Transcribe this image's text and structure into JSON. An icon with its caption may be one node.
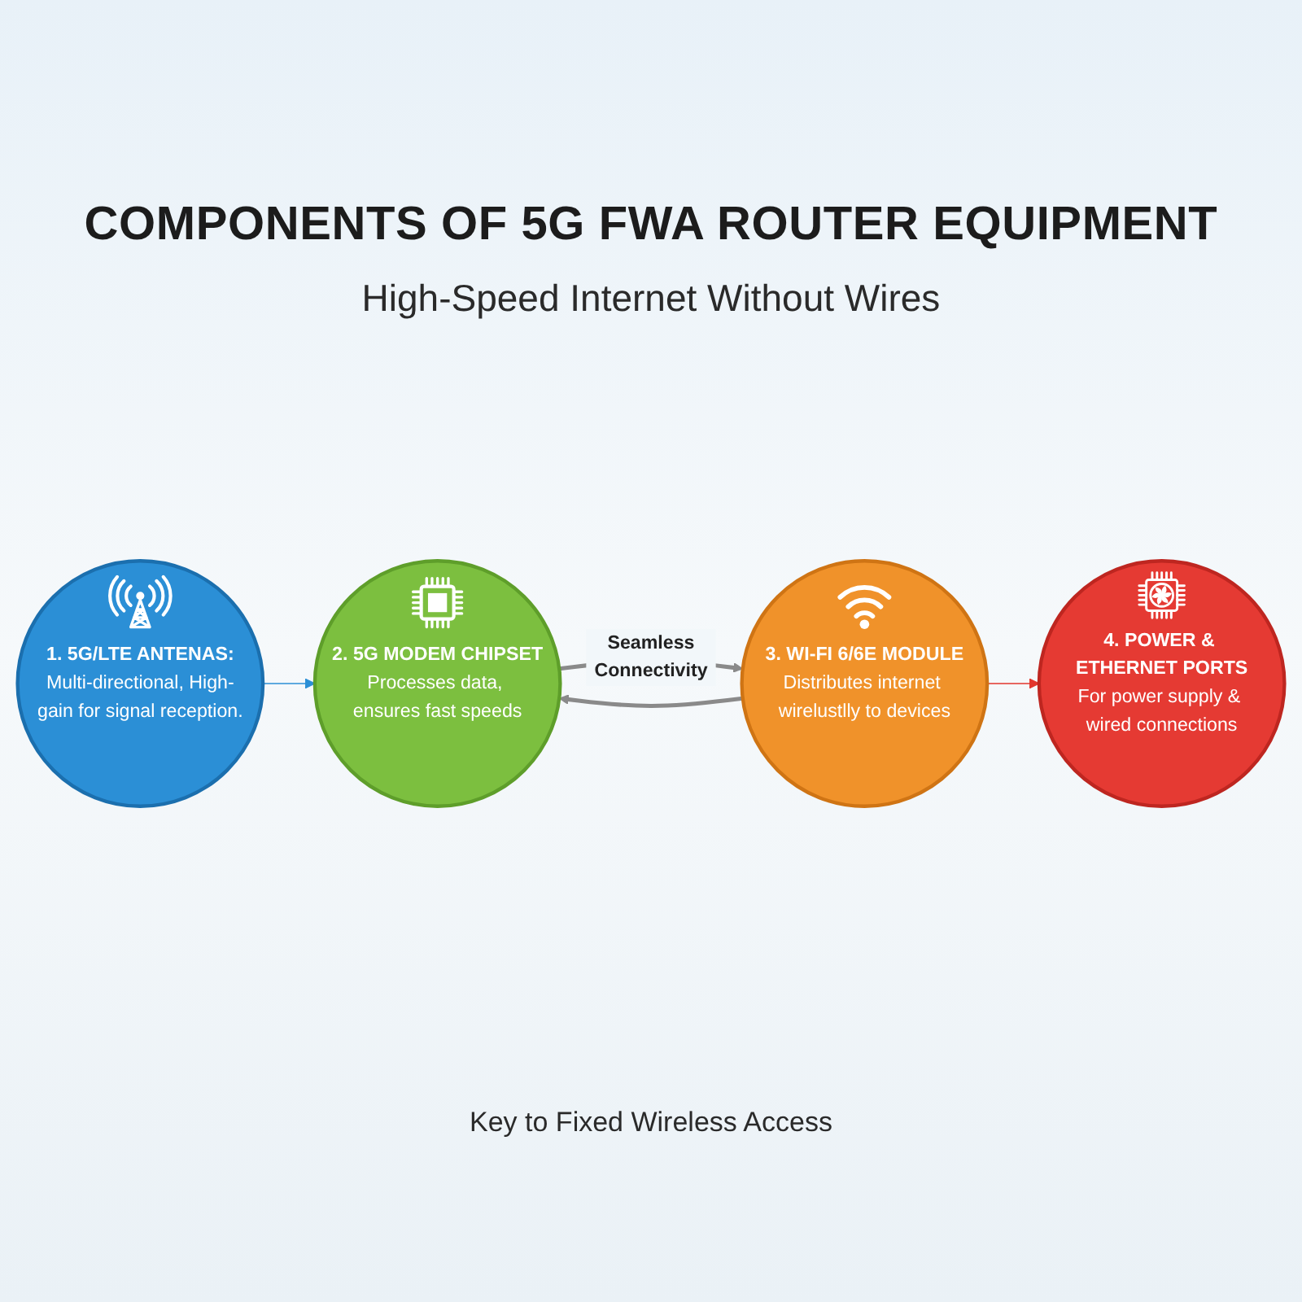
{
  "diagram": {
    "title": "COMPONENTS OF 5G FWA ROUTER EQUIPMENT",
    "caption": "Key to Fixed Wireless Access",
    "nodes": [
      {
        "text": [
          "1. 5G/LTE ANTENAS:",
          "Multi-directional, High-gain for signal reception."
        ]
      },
      {
        "text": [
          "2. 5G MODEM CHIPSET",
          "Processes data, ensures fast speeds"
        ]
      },
      {
        "text": [
          "3. WI-FI 6/6E MODULE",
          "Distributes internet wirelustlly to devices"
        ]
      },
      {
        "text": [
          "4. POWER & ETHERNET PORTS",
          "For power supply & wired connections"
        ]
      }
    ],
    "edges": [
      {
        "from": 0,
        "to": 1,
        "arrow": "to",
        "color": "#2b8fd6"
      },
      {
        "from": 1,
        "to": 2,
        "arrow": "to",
        "label": "Seamless Connectivity",
        "style": "thick"
      },
      {
        "from": 2,
        "to": 1,
        "arrow": "to",
        "style": "thick"
      },
      {
        "from": 2,
        "to": 3,
        "arrow": "to",
        "color": "#e2362d"
      }
    ],
    "labels": [
      "High-Speed Internet Without Wires"
    ]
  }
}
